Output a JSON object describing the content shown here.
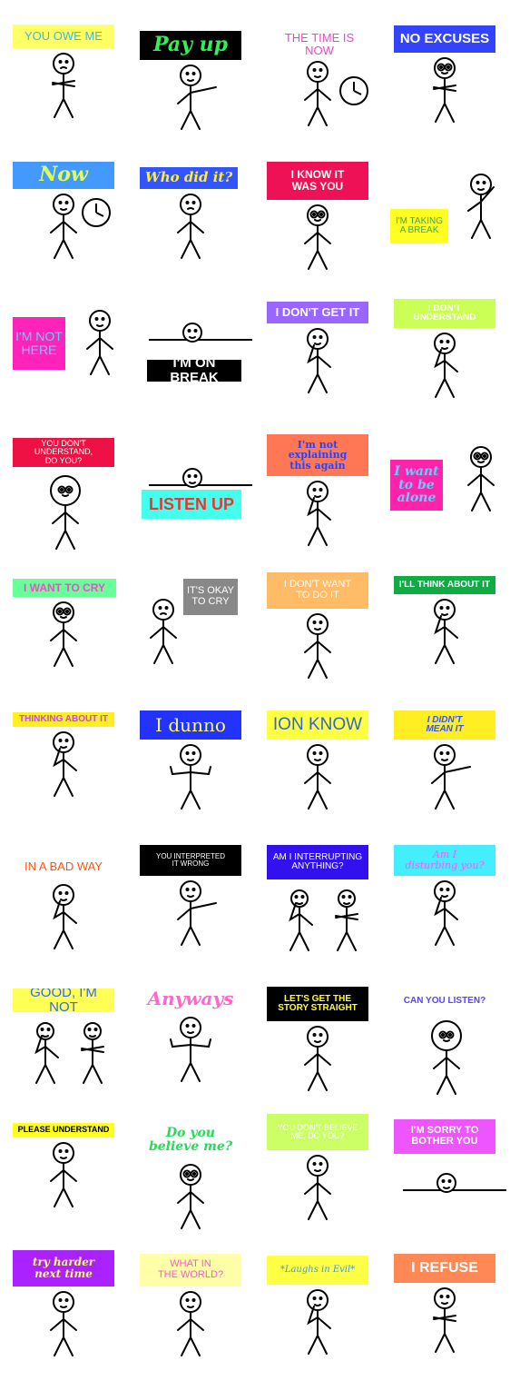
{
  "stickers": [
    {
      "label": "YOU OWE ME",
      "bg": "#ffff66",
      "color": "#33bbee"
    },
    {
      "label": "Pay up",
      "bg": "#000000",
      "color": "#33ee55"
    },
    {
      "label": "THE TIME IS NOW",
      "bg": "#ffffff",
      "color": "#ee44cc"
    },
    {
      "label": "NO EXCUSES",
      "bg": "#3344ff",
      "color": "#ffffff"
    },
    {
      "label": "Now",
      "bg": "#4499ff",
      "color": "#ddff55"
    },
    {
      "label": "Who did it?",
      "bg": "#3355ff",
      "color": "#ffee33"
    },
    {
      "label": "I KNOW IT\nWAS YOU",
      "bg": "#ee1155",
      "color": "#ffffff"
    },
    {
      "label": "I'M TAKING\nA BREAK",
      "bg": "#ffff22",
      "color": "#33aa66"
    },
    {
      "label": "I'M NOT\nHERE",
      "bg": "#ff22bb",
      "color": "#66ccff"
    },
    {
      "label": "I'M ON BREAK",
      "bg": "#000000",
      "color": "#ffffff"
    },
    {
      "label": "I DON'T GET IT",
      "bg": "#9966ff",
      "color": "#ffffff"
    },
    {
      "label": "I DON'T\nUNDERSTAND",
      "bg": "#ccff55",
      "color": "#ffffff"
    },
    {
      "label": "YOU DON'T UNDERSTAND,\nDO YOU?",
      "bg": "#ee1144",
      "color": "#ffffff"
    },
    {
      "label": "LISTEN UP",
      "bg": "#44ffee",
      "color": "#ee3333"
    },
    {
      "label": "I'm not\nexplaining\nthis again",
      "bg": "#ff7755",
      "color": "#2244ff"
    },
    {
      "label": "I want\nto be\nalone",
      "bg": "#ff22aa",
      "color": "#66ccff"
    },
    {
      "label": "I WANT TO CRY",
      "bg": "#66ff99",
      "color": "#ff44cc"
    },
    {
      "label": "IT'S OKAY\nTO CRY",
      "bg": "#888888",
      "color": "#ffffff"
    },
    {
      "label": "I DON'T WANT\nTO DO IT",
      "bg": "#ffbb66",
      "color": "#ffffff"
    },
    {
      "label": "I'LL THINK ABOUT IT",
      "bg": "#11aa44",
      "color": "#ffffff"
    },
    {
      "label": "THINKING ABOUT IT",
      "bg": "#ffee22",
      "color": "#cc44ee"
    },
    {
      "label": "I dunno",
      "bg": "#2233ff",
      "color": "#ffff55"
    },
    {
      "label": "ION KNOW",
      "bg": "#ffff44",
      "color": "#3366cc"
    },
    {
      "label": "I DIDN'T\nMEAN IT",
      "bg": "#ffee22",
      "color": "#3355ff"
    },
    {
      "label": "IN A BAD WAY",
      "bg": "#ffffff",
      "color": "#ff5511"
    },
    {
      "label": "YOU INTERPRETED\nIT WRONG",
      "bg": "#000000",
      "color": "#ffffff"
    },
    {
      "label": "AM I INTERRUPTING\nANYTHING?",
      "bg": "#3311ee",
      "color": "#ffffff"
    },
    {
      "label": "Am I\ndisturbing you?",
      "bg": "#44eeff",
      "color": "#ff55ff"
    },
    {
      "label": "GOOD, I'M NOT",
      "bg": "#ffff55",
      "color": "#3366ff"
    },
    {
      "label": "Anyways",
      "bg": "#ffffff",
      "color": "#ff66cc"
    },
    {
      "label": "LET'S GET THE\nSTORY STRAIGHT",
      "bg": "#000000",
      "color": "#ffff33"
    },
    {
      "label": "CAN YOU LISTEN?",
      "bg": "#ffffff",
      "color": "#5544ff"
    },
    {
      "label": "PLEASE UNDERSTAND",
      "bg": "#ffff22",
      "color": "#000000"
    },
    {
      "label": "Do you\nbelieve me?",
      "bg": "#ffffff",
      "color": "#22dd55"
    },
    {
      "label": "YOU DON'T BELIEVE\nME, DO YOU?",
      "bg": "#ccff66",
      "color": "#ffffff"
    },
    {
      "label": "I'M SORRY TO\nBOTHER YOU",
      "bg": "#ee55ff",
      "color": "#ffffff"
    },
    {
      "label": "try harder\nnext time",
      "bg": "#aa22ff",
      "color": "#ffff66"
    },
    {
      "label": "WHAT IN\nTHE WORLD?",
      "bg": "#ffffaa",
      "color": "#ff55cc"
    },
    {
      "label": "*Laughs in Evil*",
      "bg": "#ffff44",
      "color": "#3399ff"
    },
    {
      "label": "I REFUSE",
      "bg": "#ff8855",
      "color": "#ffffff"
    }
  ]
}
